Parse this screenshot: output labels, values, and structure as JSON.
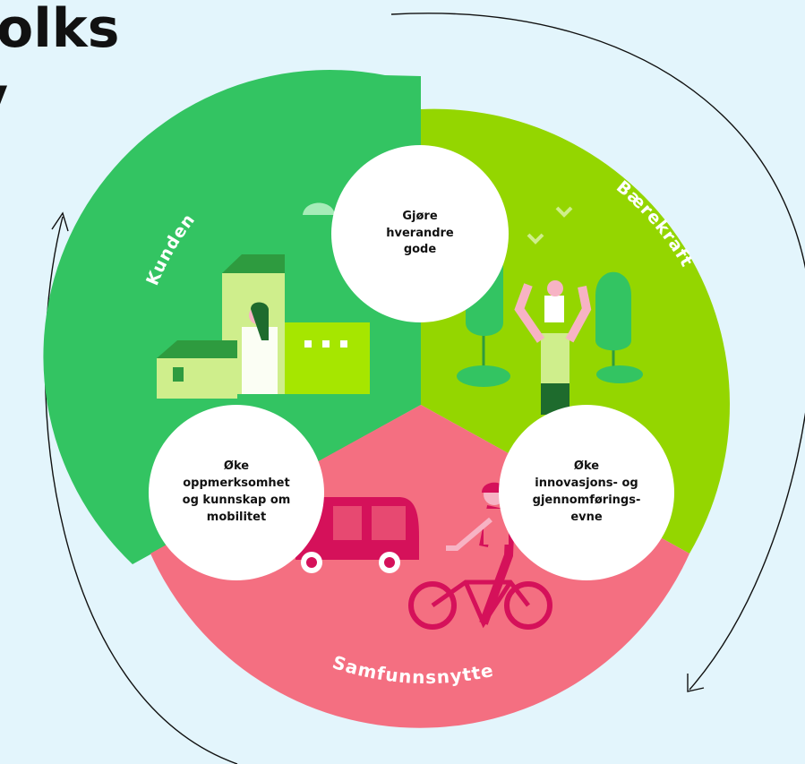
{
  "heading": {
    "line1": "olks",
    "line2": "y"
  },
  "segments": {
    "top_left": "Kunden",
    "top_right": "Bærekraft",
    "bottom": "Samfunnsnytte"
  },
  "bubbles": {
    "top": "Gjøre\nhverandre\ngode",
    "left": "Øke\noppmerksomhet\nog kunnskap om\nmobilitet",
    "right": "Øke\ninnovasjons- og\ngjennomførings-\nevne"
  },
  "colors": {
    "background": "#e3f5fc",
    "kunden": "#33c462",
    "baerekraft": "#94d600",
    "samfunnsnytte": "#f46f81",
    "accent_pink": "#d5115a"
  }
}
